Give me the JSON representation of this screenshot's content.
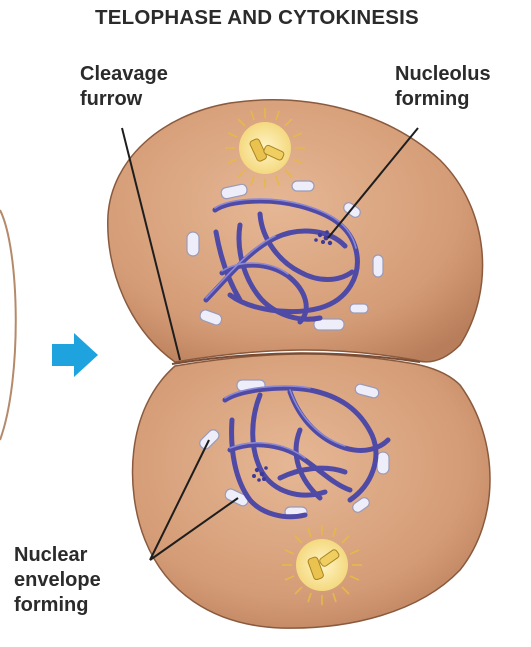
{
  "title": "TELOPHASE AND CYTOKINESIS",
  "labels": {
    "cleavage": [
      "Cleavage",
      "furrow"
    ],
    "nucleolus": [
      "Nucleolus",
      "forming"
    ],
    "nuclear": [
      "Nuclear",
      "envelope",
      "forming"
    ]
  },
  "colors": {
    "cytoplasm": "#d9a27c",
    "cytoplasm_edge": "#8a5a3e",
    "chromosome": "#5552b0",
    "envelope": "#e8e8f6",
    "centrosome": "#f3d77a",
    "arrow": "#1fa3df",
    "text": "#2b2b2b"
  },
  "icons": {
    "arrow": "right-arrow-icon",
    "centrosome": "centrosome-icon"
  }
}
